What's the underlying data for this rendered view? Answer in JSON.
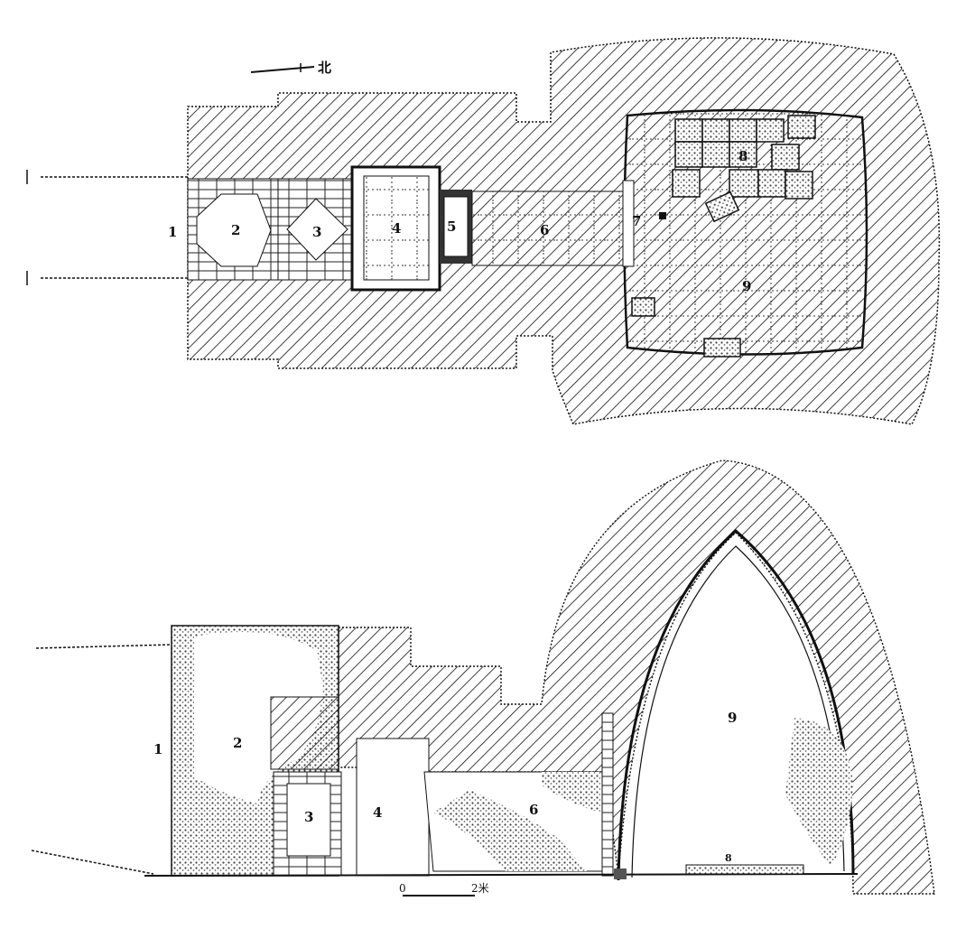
{
  "plan": {
    "north_label": "北",
    "room_labels": [
      "1",
      "2",
      "3",
      "4",
      "5",
      "6",
      "7",
      "8",
      "9"
    ]
  },
  "section": {
    "room_labels": [
      "1",
      "2",
      "3",
      "4",
      "6",
      "9",
      "8"
    ]
  },
  "scale_bar": {
    "start": "0",
    "end": "2米"
  },
  "colors": {
    "ink": "#111111",
    "paper": "#ffffff",
    "stipple": "#8a8a8a"
  }
}
